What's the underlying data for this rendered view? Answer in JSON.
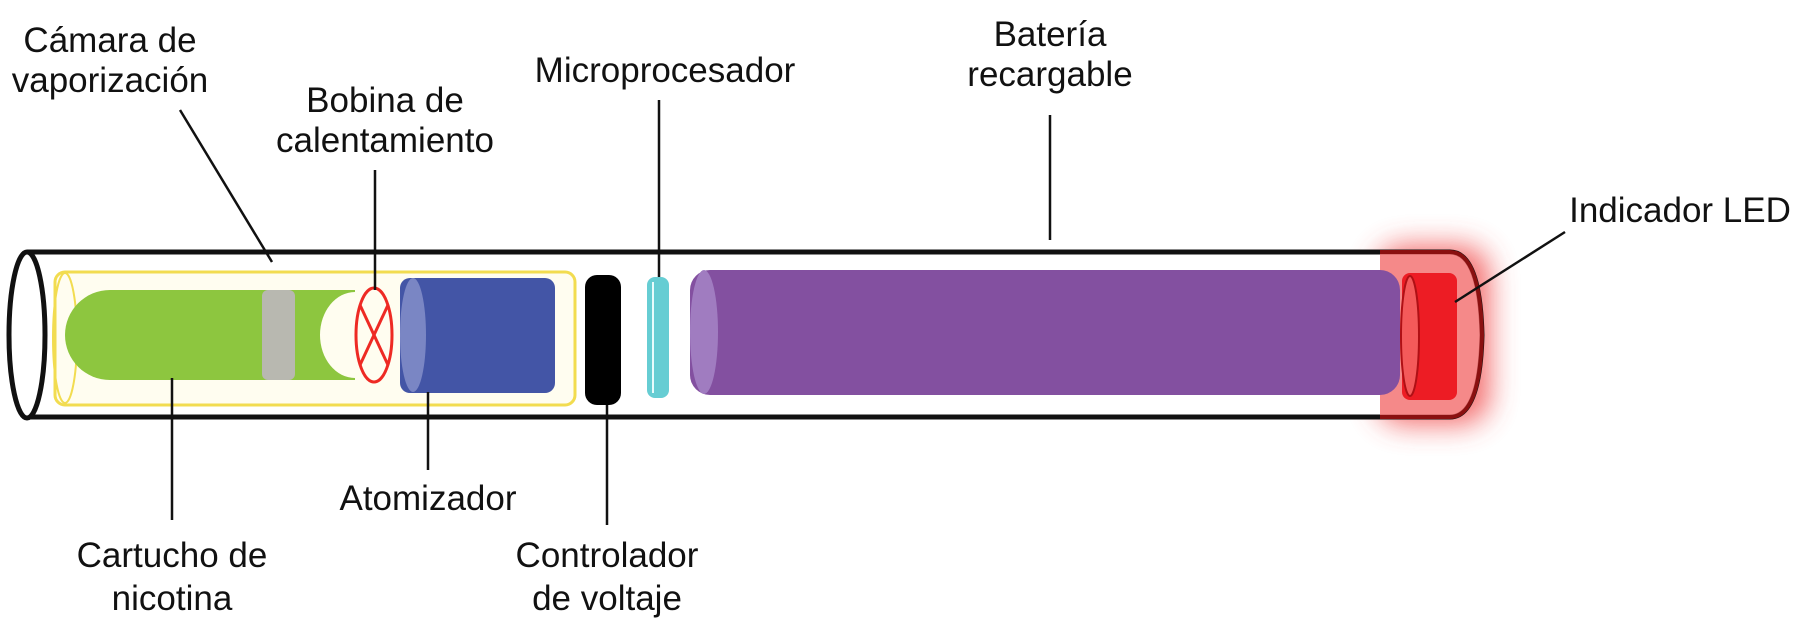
{
  "labels": {
    "vapor_chamber": [
      "Cámara de",
      "vaporización"
    ],
    "heating_coil": [
      "Bobina de",
      "calentamiento"
    ],
    "microprocessor": [
      "Microprocesador"
    ],
    "battery": [
      "Batería",
      "recargable"
    ],
    "led": [
      "Indicador LED"
    ],
    "cartridge": [
      "Cartucho de",
      "nicotina"
    ],
    "atomizer": [
      "Atomizador"
    ],
    "voltage_controller": [
      "Controlador",
      "de voltaje"
    ]
  },
  "colors": {
    "cartridge": "#8dc63f",
    "band": "#b8b8b0",
    "coil": "#ee2a24",
    "atomizer": "#4355a6",
    "controller": "#000000",
    "microprocessor": "#66cdd3",
    "battery": "#8350a0",
    "led": "#ed1c24",
    "chamber_outline": "#f2dc50"
  }
}
